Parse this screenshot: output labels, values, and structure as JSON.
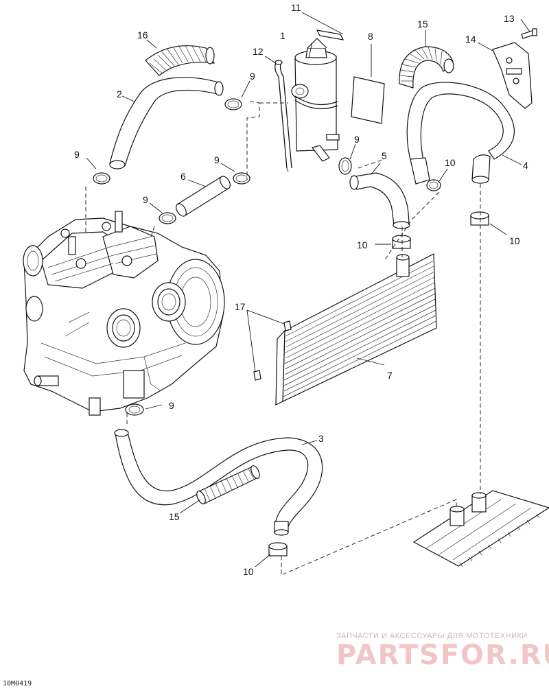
{
  "diagram": {
    "figure_code": "10M0419",
    "callouts": {
      "c1": "1",
      "c2": "2",
      "c3": "3",
      "c4": "4",
      "c5": "5",
      "c6": "6",
      "c7": "7",
      "c8": "8",
      "c9a": "9",
      "c9b": "9",
      "c9c": "9",
      "c9d": "9",
      "c9e": "9",
      "c9f": "9",
      "c10a": "10",
      "c10b": "10",
      "c10c": "10",
      "c10d": "10",
      "c11": "11",
      "c12": "12",
      "c13": "13",
      "c14": "14",
      "c15a": "15",
      "c15b": "15",
      "c16": "16",
      "c17": "17"
    }
  },
  "watermark": {
    "tagline": "ЗАПЧАСТИ И АКСЕССУАРЫ ДЛЯ МОТОТЕХНИКИ",
    "brand": "PARTSFOR.RU",
    "color": "#e8a7a7"
  }
}
